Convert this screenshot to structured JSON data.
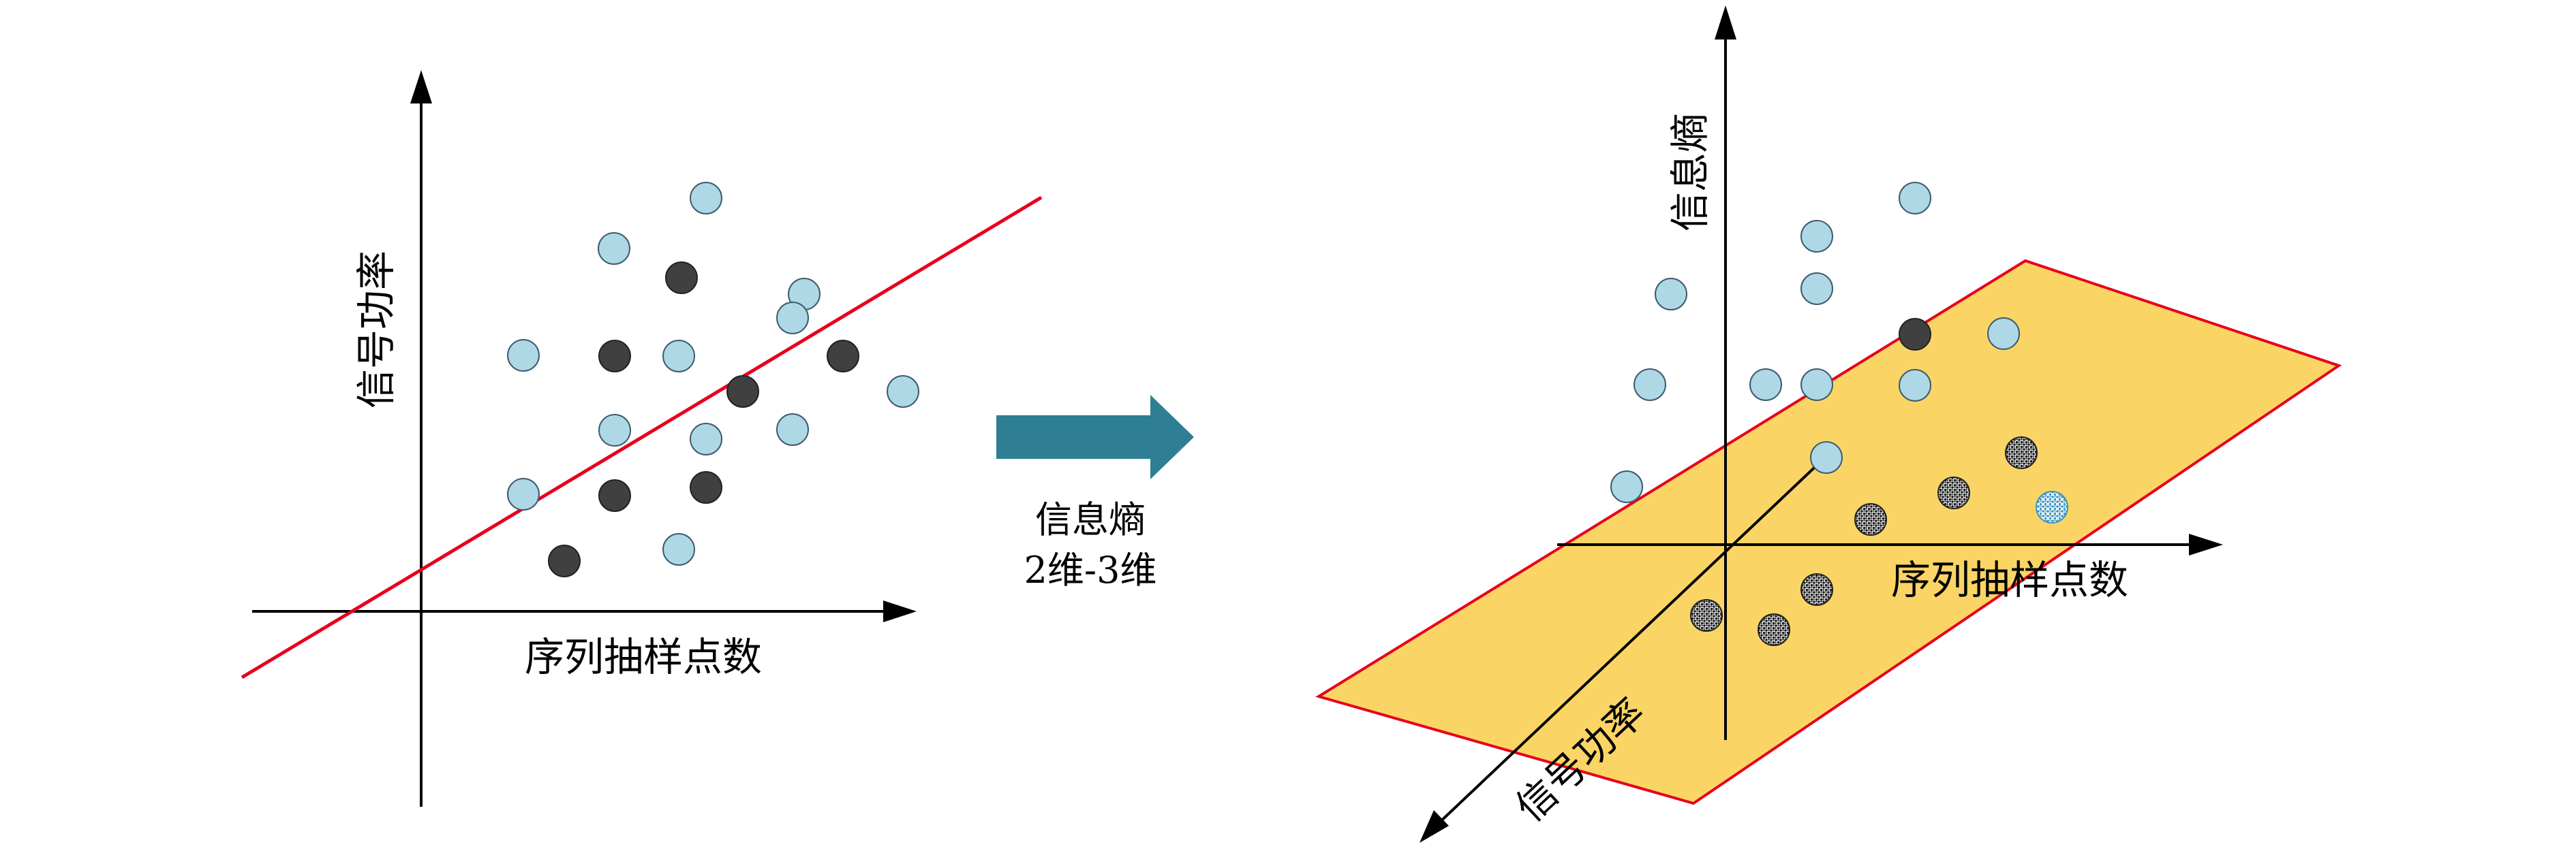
{
  "left_panel": {
    "x_axis_label": "序列抽样点数",
    "y_axis_label": "信号功率",
    "colors": {
      "light_point": "#aed8e6",
      "dark_point": "#404040",
      "line": "#e8001c"
    }
  },
  "transition": {
    "line1": "信息熵",
    "line2": "2维-3维",
    "arrow_color": "#2e7f94"
  },
  "right_panel": {
    "vertical_axis_label": "信息熵",
    "horizontal_axis_label": "序列抽样点数",
    "depth_axis_label": "信号功率",
    "colors": {
      "plane_fill": "#fad565",
      "plane_stroke": "#e8001c",
      "light_point": "#aed8e6",
      "dark_point": "#404040",
      "speckled_point": "#2a2a2a",
      "speckled_light_point": "#4a9ec0"
    }
  }
}
